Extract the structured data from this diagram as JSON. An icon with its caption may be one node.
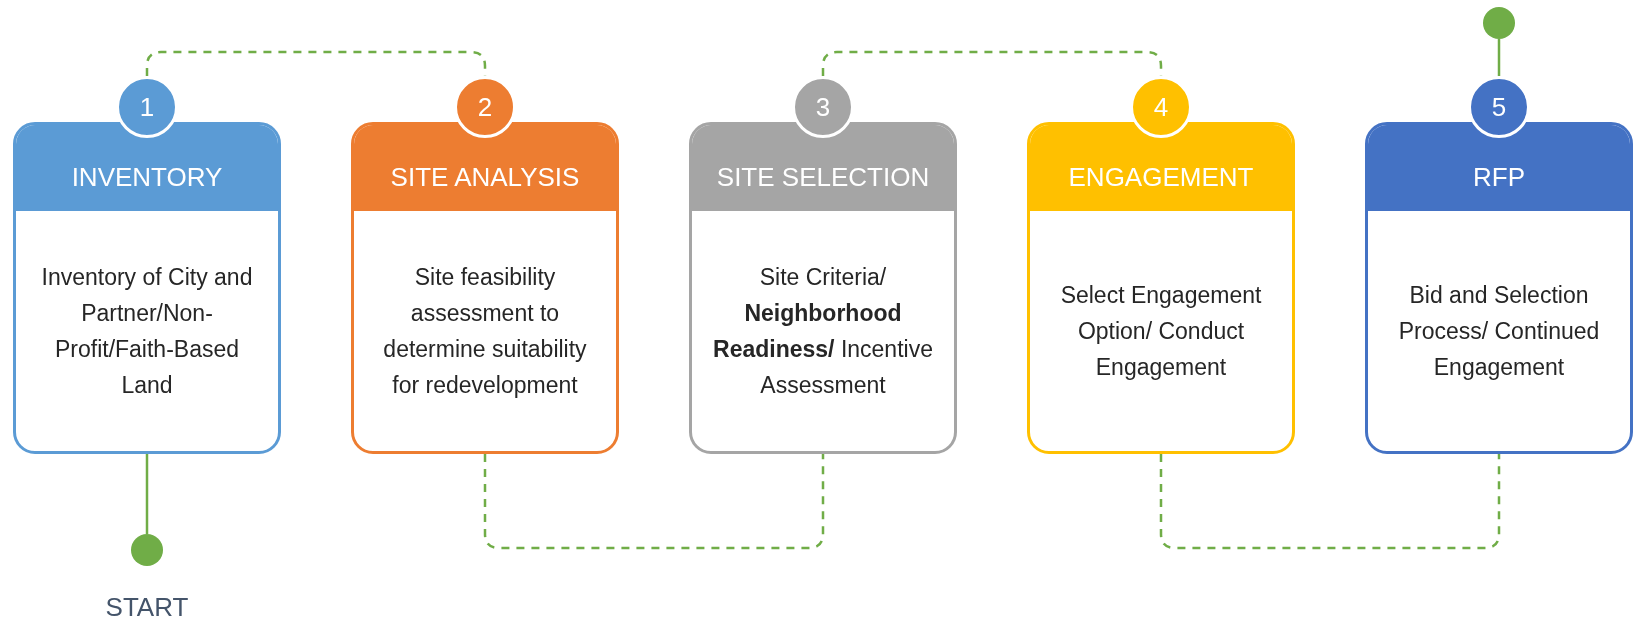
{
  "diagram": {
    "nodes": [
      {
        "text": [
          "1"
        ]
      },
      {
        "text": [
          "INVENTORY",
          "Inventory of City and Partner/Non-Profit/Faith-Based Land"
        ]
      },
      {
        "text": [
          "2"
        ]
      },
      {
        "text": [
          "SITE ANALYSIS",
          "Site feasibility assessment to determine suitability for redevelopment"
        ]
      },
      {
        "text": [
          "3"
        ]
      },
      {
        "text": [
          "SITE SELECTION",
          "Site Criteria/ **Neighborhood Readiness/** Incentive Assessment"
        ]
      },
      {
        "text": [
          "4"
        ]
      },
      {
        "text": [
          "ENGAGEMENT",
          "Select Engagement Option/ Conduct Engagement"
        ]
      },
      {
        "text": [
          "5"
        ]
      },
      {
        "text": [
          "RFP",
          "Bid and Selection Process/ Continued Engagement"
        ]
      },
      {
        "text": [],
        "shape": "circle",
        "beside": [
          "START"
        ]
      },
      {
        "text": [],
        "shape": "circle"
      }
    ],
    "edges": [
      {
        "from": 10,
        "to": 1,
        "arrow": "none"
      },
      {
        "from": 0,
        "to": 2,
        "arrow": "none",
        "style": "dashed"
      },
      {
        "from": 3,
        "to": 5,
        "arrow": "none",
        "style": "dashed"
      },
      {
        "from": 4,
        "to": 6,
        "arrow": "none",
        "style": "dashed"
      },
      {
        "from": 7,
        "to": 9,
        "arrow": "none",
        "style": "dashed"
      },
      {
        "from": 8,
        "to": 11,
        "arrow": "none"
      }
    ]
  }
}
